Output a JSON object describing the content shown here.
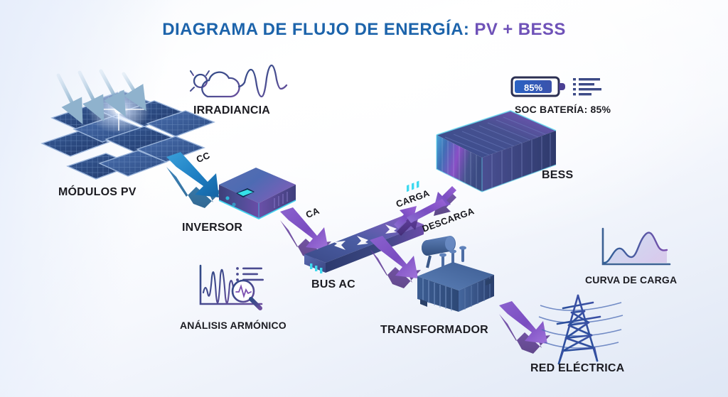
{
  "title": {
    "main": "DIAGRAMA DE FLUJO DE ENERGÍA:",
    "accent": "PV + BESS"
  },
  "nodes": {
    "pv": {
      "label": "MÓDULOS PV"
    },
    "irradiance": {
      "label": "IRRADIANCIA"
    },
    "inverter": {
      "label": "INVERSOR"
    },
    "bus": {
      "label": "BUS AC"
    },
    "bess": {
      "label": "BESS"
    },
    "transformer": {
      "label": "TRANSFORMADOR"
    },
    "grid": {
      "label": "RED ELÉCTRICA"
    },
    "harmonics": {
      "label": "ANÁLISIS ARMÓNICO"
    },
    "loadcurve": {
      "label": "CURVA DE CARGA"
    }
  },
  "soc": {
    "badge_value": "85%",
    "label": "SOC BATERÍA: 85%"
  },
  "flows": {
    "dc": "CC",
    "ac": "CA",
    "charge": "CARGA",
    "discharge": "DESCARGA"
  },
  "colors": {
    "title_blue": "#1d64ab",
    "title_purple": "#6f52b8",
    "arrow_dc_blue": "#1f7fc4",
    "arrow_ac_purple": "#7b4fbe",
    "panel_blue": "#2d4f85",
    "battery_fill": "#2a62c4",
    "grid_tower": "#2f55a8",
    "label_text": "#1c1c22",
    "background": "#eef3fb"
  },
  "chart_data": [
    {
      "type": "line",
      "title": "CURVA DE CARGA",
      "x": [
        0,
        1,
        2,
        3,
        4,
        5,
        6,
        7,
        8,
        9,
        10
      ],
      "values": [
        5,
        18,
        45,
        38,
        30,
        42,
        78,
        95,
        62,
        48,
        46
      ],
      "xlabel": "",
      "ylabel": "",
      "ylim": [
        0,
        100
      ],
      "grid": false,
      "legend": "none",
      "annotations": [
        "two peaks: small morning peak, large evening peak"
      ]
    },
    {
      "type": "line",
      "title": "ANÁLISIS ARMÓNICO",
      "x": [
        0,
        1,
        2,
        3,
        4,
        5,
        6,
        7,
        8
      ],
      "values": [
        50,
        15,
        88,
        22,
        70,
        10,
        95,
        30,
        55
      ],
      "xlabel": "",
      "ylabel": "",
      "ylim": [
        0,
        100
      ],
      "grid": false,
      "legend": "none",
      "annotations": [
        "oscillating harmonic waveform under magnifier"
      ]
    },
    {
      "type": "line",
      "title": "IRRADIANCIA",
      "x": [
        0,
        1,
        2,
        3,
        4,
        5,
        6,
        7
      ],
      "values": [
        50,
        62,
        20,
        92,
        8,
        80,
        35,
        55
      ],
      "xlabel": "",
      "ylabel": "",
      "ylim": [
        0,
        100
      ],
      "grid": false,
      "legend": "none",
      "annotations": [
        "irradiance waveform beside sun-behind-cloud icon"
      ]
    }
  ]
}
